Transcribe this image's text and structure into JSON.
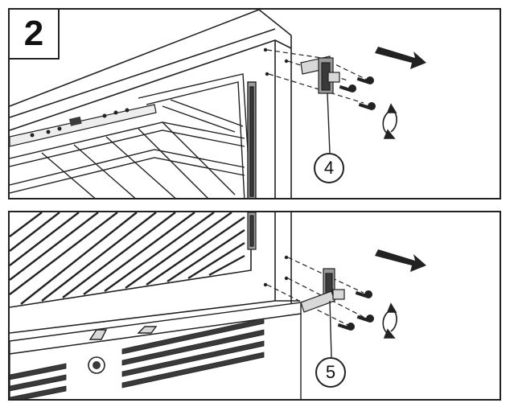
{
  "step": {
    "number": "2"
  },
  "callouts": {
    "top": "4",
    "bottom": "5"
  },
  "colors": {
    "line": "#222222",
    "fill_dark": "#3a3a3a",
    "fill_mid": "#9a9a9a",
    "fill_light": "#d8d8d8",
    "background": "#ffffff"
  },
  "icons": [
    "arrow-right-icon",
    "rotation-arrow-icon",
    "screw-icon",
    "hinge-icon"
  ]
}
